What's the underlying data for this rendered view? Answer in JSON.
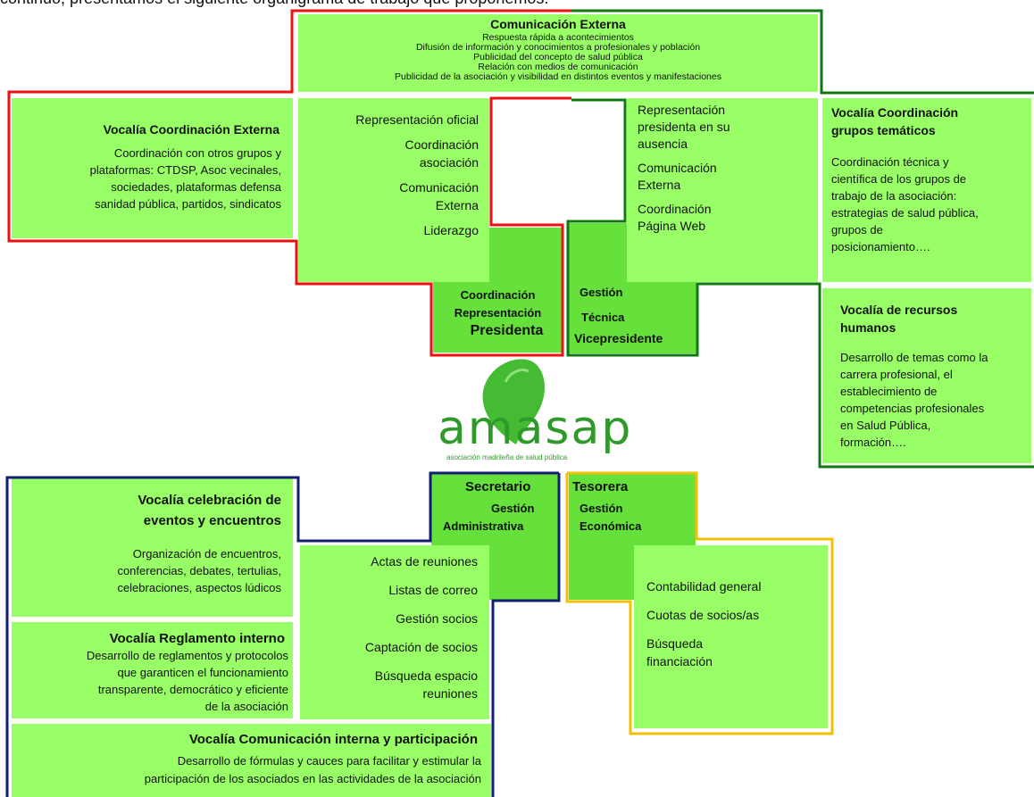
{
  "intro_text": "continuo, presentamos el siguiente organigrama de trabajo que proponemos:",
  "colors": {
    "president_outline": "#ee1111",
    "vice_outline": "#117711",
    "secretary_outline": "#102070",
    "treasurer_outline": "#f2c200",
    "light_green": "#99ff66",
    "green": "#66e03a",
    "logo_green": "#33aa22"
  },
  "comunicacion_externa": {
    "title": "Comunicación Externa",
    "lines": [
      "Respuesta rápida a acontecimientos",
      "Difusión de información y conocimientos a profesionales y población",
      "Publicidad del concepto de salud pública",
      "Relación con medios de comunicación",
      "Publicidad de la asociación y visibilidad en distintos eventos y manifestaciones"
    ]
  },
  "coord_externa": {
    "title": "Vocalía Coordinación Externa",
    "lines": [
      "Coordinación con otros grupos y",
      "plataformas: CTDSP, Asoc vecinales,",
      "sociedades, plataformas defensa",
      "sanidad pública, partidos, sindicatos"
    ]
  },
  "presidenta_tasks": {
    "items": [
      [
        "Representación oficial"
      ],
      [
        "Coordinación",
        "asociación"
      ],
      [
        "Comunicación",
        "Externa"
      ],
      [
        "Liderazgo"
      ]
    ]
  },
  "presidenta": {
    "line1": "Coordinación",
    "line2": "Representación",
    "role": "Presidenta"
  },
  "vice_tasks": {
    "items": [
      [
        "Representación",
        "presidenta en su",
        "ausencia"
      ],
      [
        "Comunicación",
        "Externa"
      ],
      [
        "Coordinación",
        "Página Web"
      ]
    ]
  },
  "vicepresidente": {
    "line1": "Gestión",
    "line2": "Técnica",
    "role": "Vicepresidente"
  },
  "grupos_tematicos": {
    "title_lines": [
      "Vocalía Coordinación",
      "grupos temáticos"
    ],
    "lines": [
      "Coordinación técnica y",
      "científica de los grupos de",
      "trabajo de la asociación:",
      "estrategias de salud pública,",
      "grupos de",
      "posicionamiento…."
    ]
  },
  "recursos_humanos": {
    "title_lines": [
      "Vocalía de recursos",
      "humanos"
    ],
    "lines": [
      "Desarrollo de temas como la",
      "carrera profesional, el",
      "establecimiento de",
      "competencias profesionales",
      "en Salud Pública,",
      "formación…."
    ]
  },
  "logo": {
    "name": "amasap",
    "tagline": "asociación madrileña de salud pública"
  },
  "secretario": {
    "role": "Secretario",
    "line1": "Gestión",
    "line2": "Administrativa"
  },
  "tesorera": {
    "role": "Tesorera",
    "line1": "Gestión",
    "line2": "Económica"
  },
  "secretario_tasks": {
    "items": [
      [
        "Actas de reuniones"
      ],
      [
        "Listas de correo"
      ],
      [
        "Gestión socios"
      ],
      [
        "Captación de socios"
      ],
      [
        "Búsqueda espacio",
        "reuniones"
      ]
    ]
  },
  "tesorera_tasks": {
    "items": [
      [
        "Contabilidad general"
      ],
      [
        "Cuotas de socios/as"
      ],
      [
        "Búsqueda",
        "financiación"
      ]
    ]
  },
  "eventos": {
    "title_lines": [
      "Vocalía celebración de",
      "eventos y encuentros"
    ],
    "lines": [
      "Organización de encuentros,",
      "conferencias, debates, tertulias,",
      "celebraciones, aspectos lúdicos"
    ]
  },
  "reglamento": {
    "title": "Vocalía Reglamento interno",
    "lines": [
      "Desarrollo de reglamentos y protocolos",
      "que garanticen el funcionamiento",
      "transparente, democrático y eficiente",
      "de la asociación"
    ]
  },
  "comunicacion_interna": {
    "title": "Vocalía Comunicación interna y participación",
    "lines": [
      "Desarrollo de fórmulas y cauces para facilitar y estimular la",
      "participación de los asociados en las actividades de la asociación"
    ]
  }
}
